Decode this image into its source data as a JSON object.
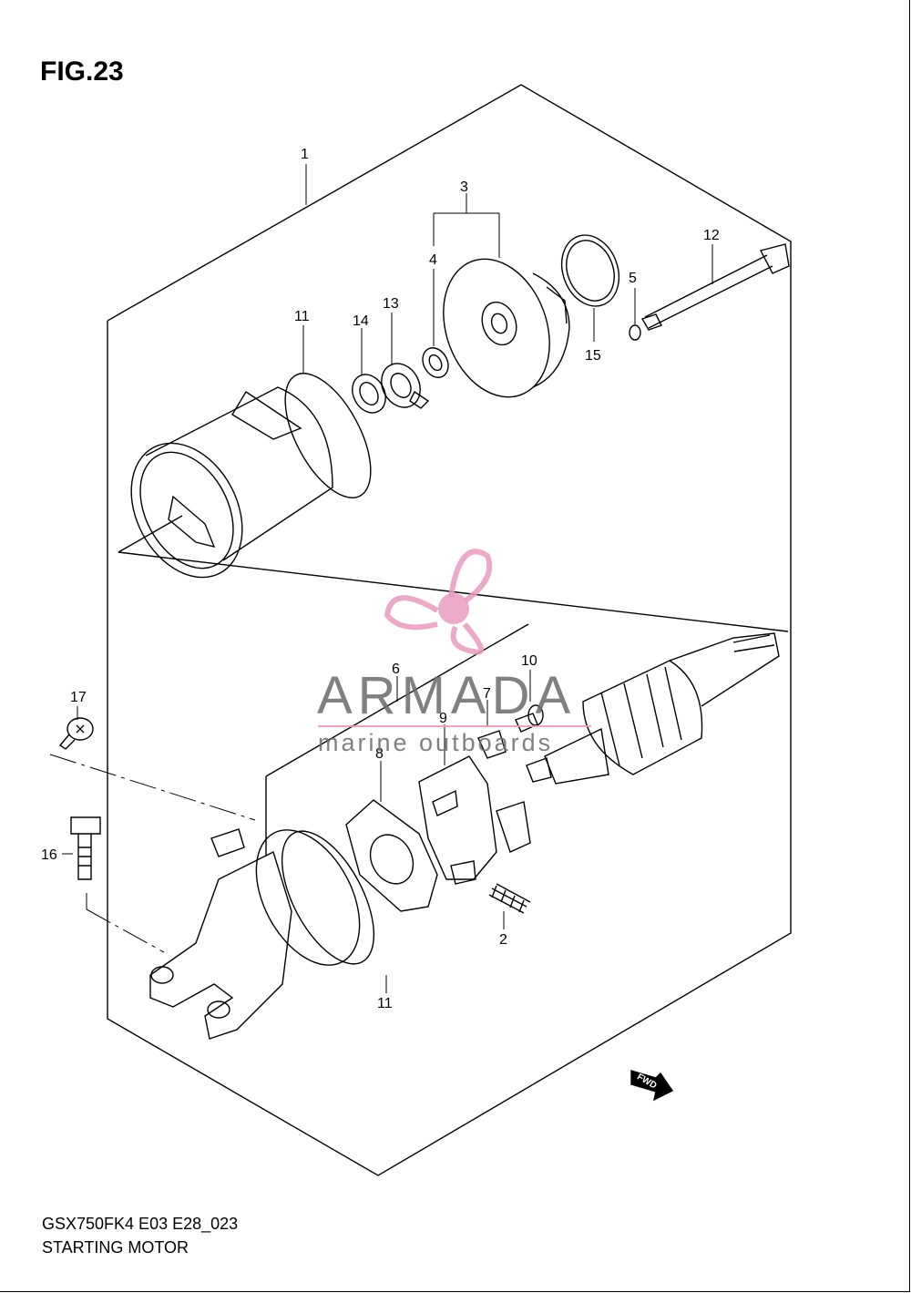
{
  "figure": {
    "title": "FIG.23"
  },
  "footer": {
    "model_code": "GSX750FK4 E03 E28_023",
    "section": "STARTING MOTOR"
  },
  "watermark": {
    "brand": "ARMADA",
    "tagline": "marine outboards",
    "icon": "propeller-icon",
    "color": "#e89bbf"
  },
  "badge": {
    "label": "FWD",
    "icon": "arrow-right-icon"
  },
  "callouts": {
    "c1": "1",
    "c2": "2",
    "c3": "3",
    "c4": "4",
    "c5": "5",
    "c6": "6",
    "c7": "7",
    "c8": "8",
    "c9": "9",
    "c10": "10",
    "c11a": "11",
    "c11b": "11",
    "c12": "12",
    "c13": "13",
    "c14": "14",
    "c15": "15",
    "c16": "16",
    "c17": "17"
  }
}
